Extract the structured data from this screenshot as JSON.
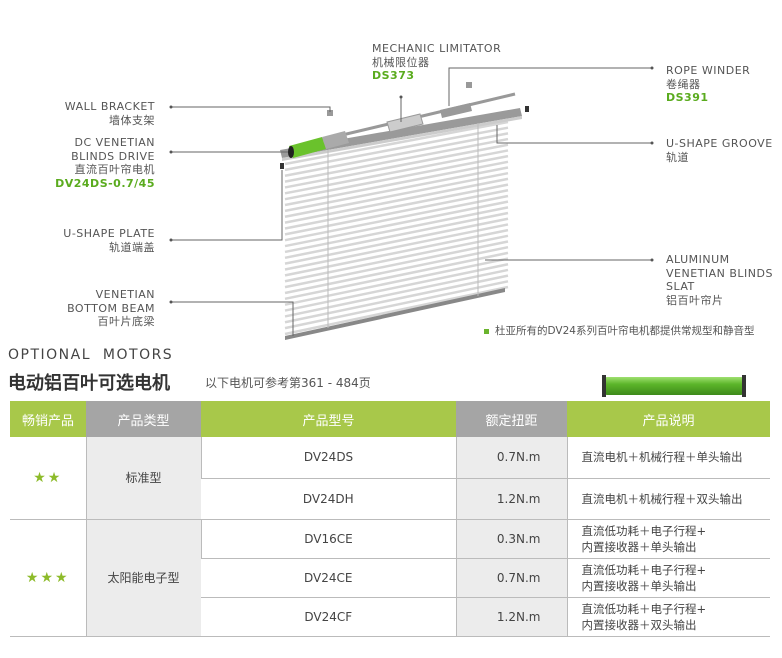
{
  "labels": {
    "wall_bracket": {
      "en": "WALL BRACKET",
      "cn": "墙体支架"
    },
    "dc_drive": {
      "en1": "DC VENETIAN",
      "en2": "BLINDS DRIVE",
      "cn": "直流百叶帘电机",
      "model": "DV24DS-0.7/45"
    },
    "u_plate": {
      "en": "U-SHAPE PLATE",
      "cn": "轨道端盖"
    },
    "bottom_beam": {
      "en1": "VENETIAN",
      "en2": "BOTTOM BEAM",
      "cn": "百叶片底梁"
    },
    "limitator": {
      "en": "MECHANIC LIMITATOR",
      "cn": "机械限位器",
      "model": "DS373"
    },
    "rope_winder": {
      "en": "ROPE WINDER",
      "cn": "卷绳器",
      "model": "DS391"
    },
    "u_groove": {
      "en": "U-SHAPE GROOVE",
      "cn": "轨道"
    },
    "slat": {
      "en1": "ALUMINUM",
      "en2": "VENETIAN BLINDS",
      "en3": "SLAT",
      "cn": "铝百叶帘片"
    }
  },
  "note": "杜亚所有的DV24系列百叶帘电机都提供常规型和静音型",
  "section": {
    "en_title": "OPTIONAL  MOTORS",
    "cn_title": "电动铝百叶可选电机",
    "subtitle": "以下电机可参考第361 - 484页"
  },
  "table": {
    "headers": [
      "畅销产品",
      "产品类型",
      "产品型号",
      "额定扭距",
      "产品说明"
    ],
    "groups": [
      {
        "stars": "★★",
        "type": "标准型",
        "rows": [
          {
            "model": "DV24DS",
            "torque": "0.7N.m",
            "desc1": "直流电机＋机械行程＋单头输出",
            "desc2": ""
          },
          {
            "model": "DV24DH",
            "torque": "1.2N.m",
            "desc1": "直流电机＋机械行程＋双头输出",
            "desc2": ""
          }
        ]
      },
      {
        "stars": "★★★",
        "type": "太阳能电子型",
        "rows": [
          {
            "model": "DV16CE",
            "torque": "0.3N.m",
            "desc1": "直流低功耗＋电子行程+",
            "desc2": "内置接收器＋单头输出"
          },
          {
            "model": "DV24CE",
            "torque": "0.7N.m",
            "desc1": "直流低功耗＋电子行程+",
            "desc2": "内置接收器＋单头输出"
          },
          {
            "model": "DV24CF",
            "torque": "1.2N.m",
            "desc1": "直流低功耗＋电子行程+",
            "desc2": "内置接收器＋双头输出"
          }
        ]
      }
    ]
  },
  "colors": {
    "accent": "#a8c84a",
    "header_grey": "#a5a5a5",
    "model_green": "#5aab1e"
  }
}
